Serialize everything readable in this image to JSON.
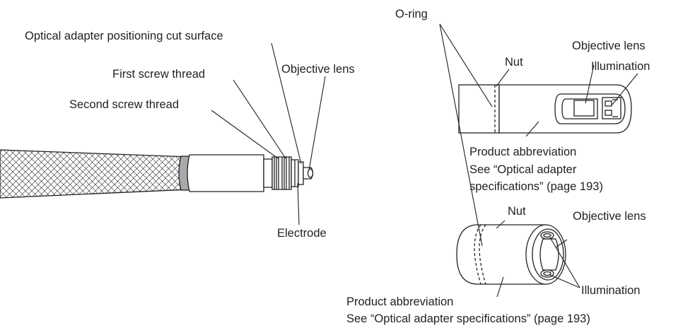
{
  "figure": {
    "left_scope": {
      "labels": {
        "cut_surface": "Optical adapter positioning cut surface",
        "first_thread": "First screw thread",
        "objective_lens": "Objective lens",
        "second_thread": "Second screw thread",
        "electrode": "Electrode"
      }
    },
    "oring_label": "O-ring",
    "side_adapter": {
      "nut": "Nut",
      "objective_lens": "Objective lens",
      "illumination": "Illumination",
      "product_abbr": "Product abbreviation",
      "see_specs_line1": "See “Optical adapter",
      "see_specs_line2": "specifications” (page 193)"
    },
    "direct_adapter": {
      "nut": "Nut",
      "objective_lens": "Objective lens",
      "illumination": "Illumination",
      "product_abbr": "Product abbreviation",
      "see_specs": "See “Optical adapter specifications” (page 193)"
    }
  },
  "colors": {
    "line": "#231f20",
    "band_gray": "#a7a9ac",
    "fill": "#ffffff"
  }
}
